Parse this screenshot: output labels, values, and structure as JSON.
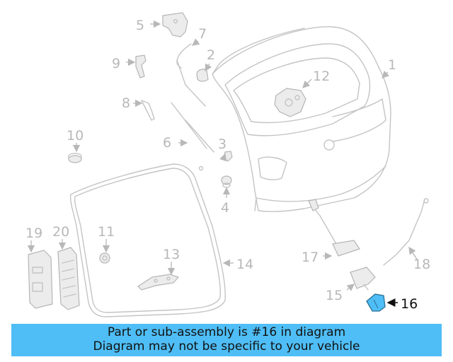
{
  "diagram": {
    "callouts": [
      "1",
      "2",
      "3",
      "4",
      "5",
      "6",
      "7",
      "8",
      "9",
      "10",
      "11",
      "12",
      "13",
      "14",
      "15",
      "16",
      "17",
      "18",
      "19",
      "20"
    ],
    "highlighted_part": "16",
    "highlight_color": "#4fbef6"
  },
  "banner": {
    "line1": "Part or sub-assembly is #16 in diagram",
    "line2": "Diagram may not be specific to your vehicle",
    "background": "#4fbef6"
  }
}
